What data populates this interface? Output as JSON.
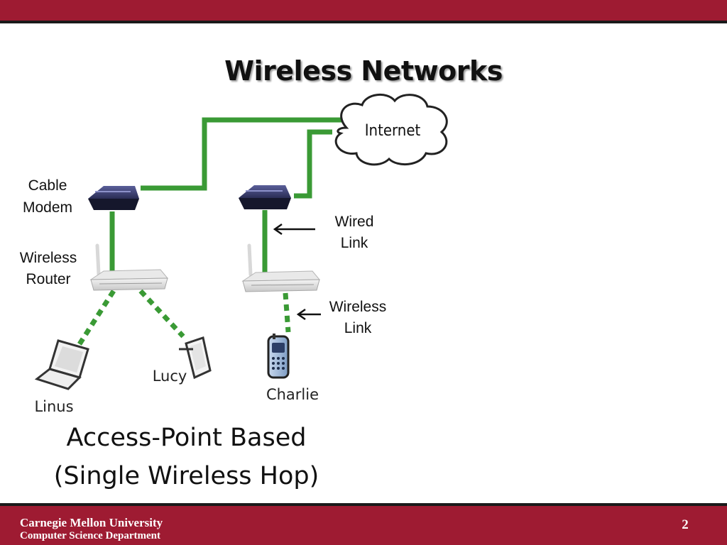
{
  "title": "Wireless Networks",
  "labels": {
    "cable_modem": [
      "Cable",
      "Modem"
    ],
    "wireless_router": [
      "Wireless",
      "Router"
    ],
    "wired_link": [
      "Wired",
      "Link"
    ],
    "wireless_link": [
      "Wireless",
      "Link"
    ]
  },
  "cloud": {
    "label": "Internet"
  },
  "devices": {
    "linus": "Linus",
    "lucy": "Lucy",
    "charlie": "Charlie"
  },
  "caption": {
    "line1": "Access-Point Based",
    "line2": "(Single Wireless Hop)"
  },
  "footer": {
    "university": "Carnegie Mellon University",
    "department": "Computer Science Department",
    "page_number": "2"
  },
  "colors": {
    "bar": "#9e1b32",
    "wire": "#3a9a35",
    "wireless": "#3a9a35"
  }
}
